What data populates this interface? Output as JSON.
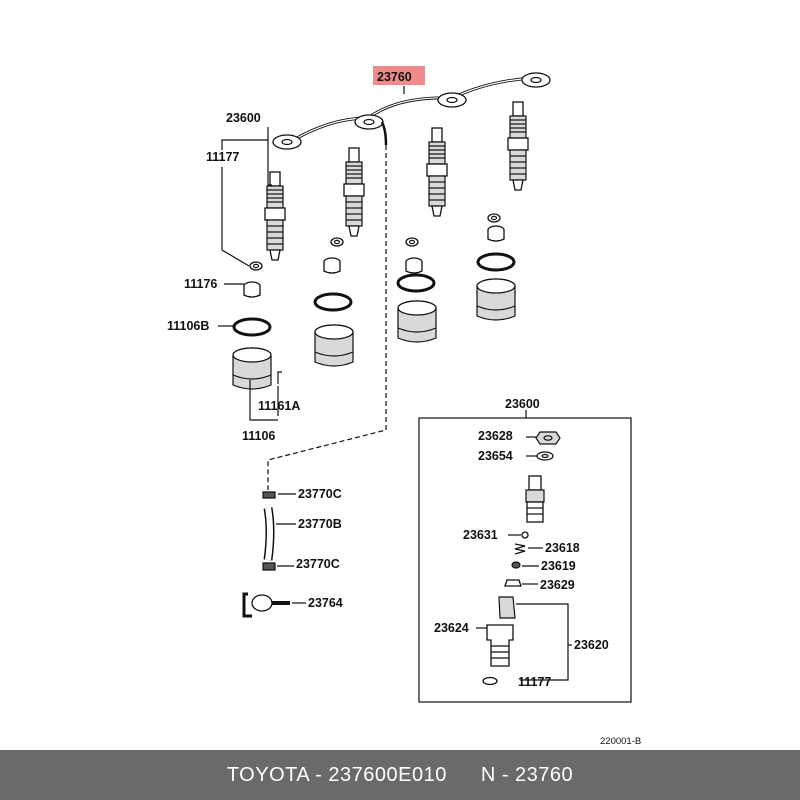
{
  "highlight": {
    "part": "23760",
    "color": "#ef8b8b"
  },
  "callouts": {
    "p23760": "23760",
    "p23600_top": "23600",
    "p11177_top": "11177",
    "p11176": "11176",
    "p11106B": "11106B",
    "p11161A": "11161A",
    "p11106": "11106",
    "p23770C_a": "23770C",
    "p23770B": "23770B",
    "p23770C_b": "23770C",
    "p23764": "23764",
    "p23600_box": "23600",
    "p23628": "23628",
    "p23654": "23654",
    "p23631": "23631",
    "p23618": "23618",
    "p23619": "23619",
    "p23629": "23629",
    "p23624": "23624",
    "p23620": "23620",
    "p11177_box": "11177"
  },
  "drawing_ref": "220001-B",
  "footer": {
    "brand_part": "TOYOTA - 237600E010",
    "number": "N - 23760"
  }
}
